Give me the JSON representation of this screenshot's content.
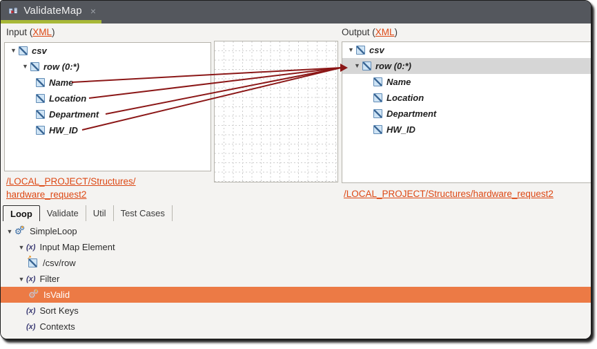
{
  "tab_bar": {
    "title": "ValidateMap",
    "close_label": "×"
  },
  "glyphs": {
    "expanded": "▼",
    "fx": "(x)",
    "gear": "⚙",
    "new_marker": "↗"
  },
  "input_panel": {
    "title_prefix": "Input (",
    "title_link": "XML",
    "title_suffix": ")",
    "nodes": [
      "csv",
      "row (0:*)",
      "Name",
      "Location",
      "Department",
      "HW_ID"
    ],
    "path_line1": "/LOCAL_PROJECT/Structures/",
    "path_line2": "hardware_request2"
  },
  "output_panel": {
    "title_prefix": "Output (",
    "title_link": "XML",
    "title_suffix": ")",
    "nodes": [
      "csv",
      "row (0:*)",
      "Name",
      "Location",
      "Department",
      "HW_ID"
    ],
    "path": "/LOCAL_PROJECT/Structures/hardware_request2"
  },
  "bottom_tabs": [
    "Loop",
    "Validate",
    "Util",
    "Test Cases"
  ],
  "loop_tree": [
    "SimpleLoop",
    "Input Map Element",
    "/csv/row",
    "Filter",
    "IsValid",
    "Sort Keys",
    "Contexts"
  ],
  "colors": {
    "topbar": "#54575d",
    "accent_green": "#a8b837",
    "link_orange": "#dd4814",
    "mapping_line": "#8b1717",
    "selection_orange": "#ec7a45",
    "output_selection_gray": "#d6d6d6"
  }
}
